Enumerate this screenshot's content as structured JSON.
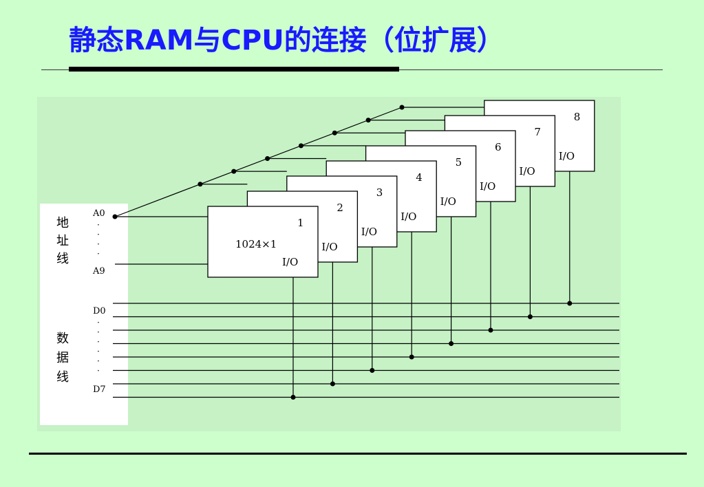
{
  "title": "静态RAM与CPU的连接（位扩展）",
  "diagram": {
    "address_bus_label": [
      "地",
      "址",
      "线"
    ],
    "data_bus_label": [
      "数",
      "据",
      "线"
    ],
    "address_pins": {
      "first": "A0",
      "last": "A9"
    },
    "data_pins": {
      "first": "D0",
      "last": "D7"
    },
    "chip_spec": "1024×1",
    "chip_io_label": "I/O",
    "chips": [
      "1",
      "2",
      "3",
      "4",
      "5",
      "6",
      "7",
      "8"
    ]
  }
}
